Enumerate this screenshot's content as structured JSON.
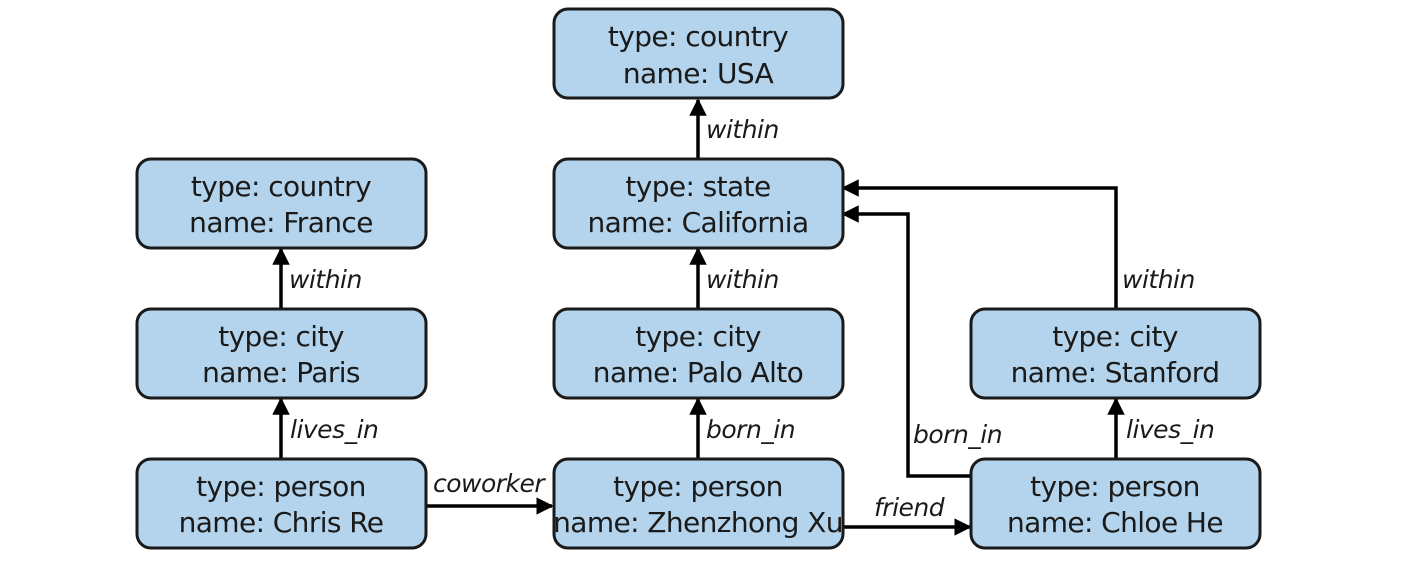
{
  "nodes": {
    "usa": {
      "type": "type: country",
      "name": "name: USA"
    },
    "france": {
      "type": "type: country",
      "name": "name: France"
    },
    "california": {
      "type": "type: state",
      "name": "name: California"
    },
    "paris": {
      "type": "type: city",
      "name": "name: Paris"
    },
    "palo_alto": {
      "type": "type: city",
      "name": "name: Palo Alto"
    },
    "stanford": {
      "type": "type: city",
      "name": "name: Stanford"
    },
    "chris_re": {
      "type": "type: person",
      "name": "name: Chris Re"
    },
    "zhenzhong_xu": {
      "type": "type: person",
      "name": "name: Zhenzhong Xu"
    },
    "chloe_he": {
      "type": "type: person",
      "name": "name: Chloe He"
    }
  },
  "edges": {
    "california_within_usa": "within",
    "paris_within_france": "within",
    "palo_alto_within_california": "within",
    "stanford_within_california": "within",
    "chris_lives_in_paris": "lives_in",
    "zhenzhong_born_in_palo_alto": "born_in",
    "chloe_born_in_california": "born_in",
    "chloe_lives_in_stanford": "lives_in",
    "chris_coworker_zhenzhong": "coworker",
    "zhenzhong_friend_chloe": "friend"
  },
  "colors": {
    "node_fill": "#b3d4ec",
    "node_stroke": "#1a1a1a",
    "edge": "#000000"
  }
}
